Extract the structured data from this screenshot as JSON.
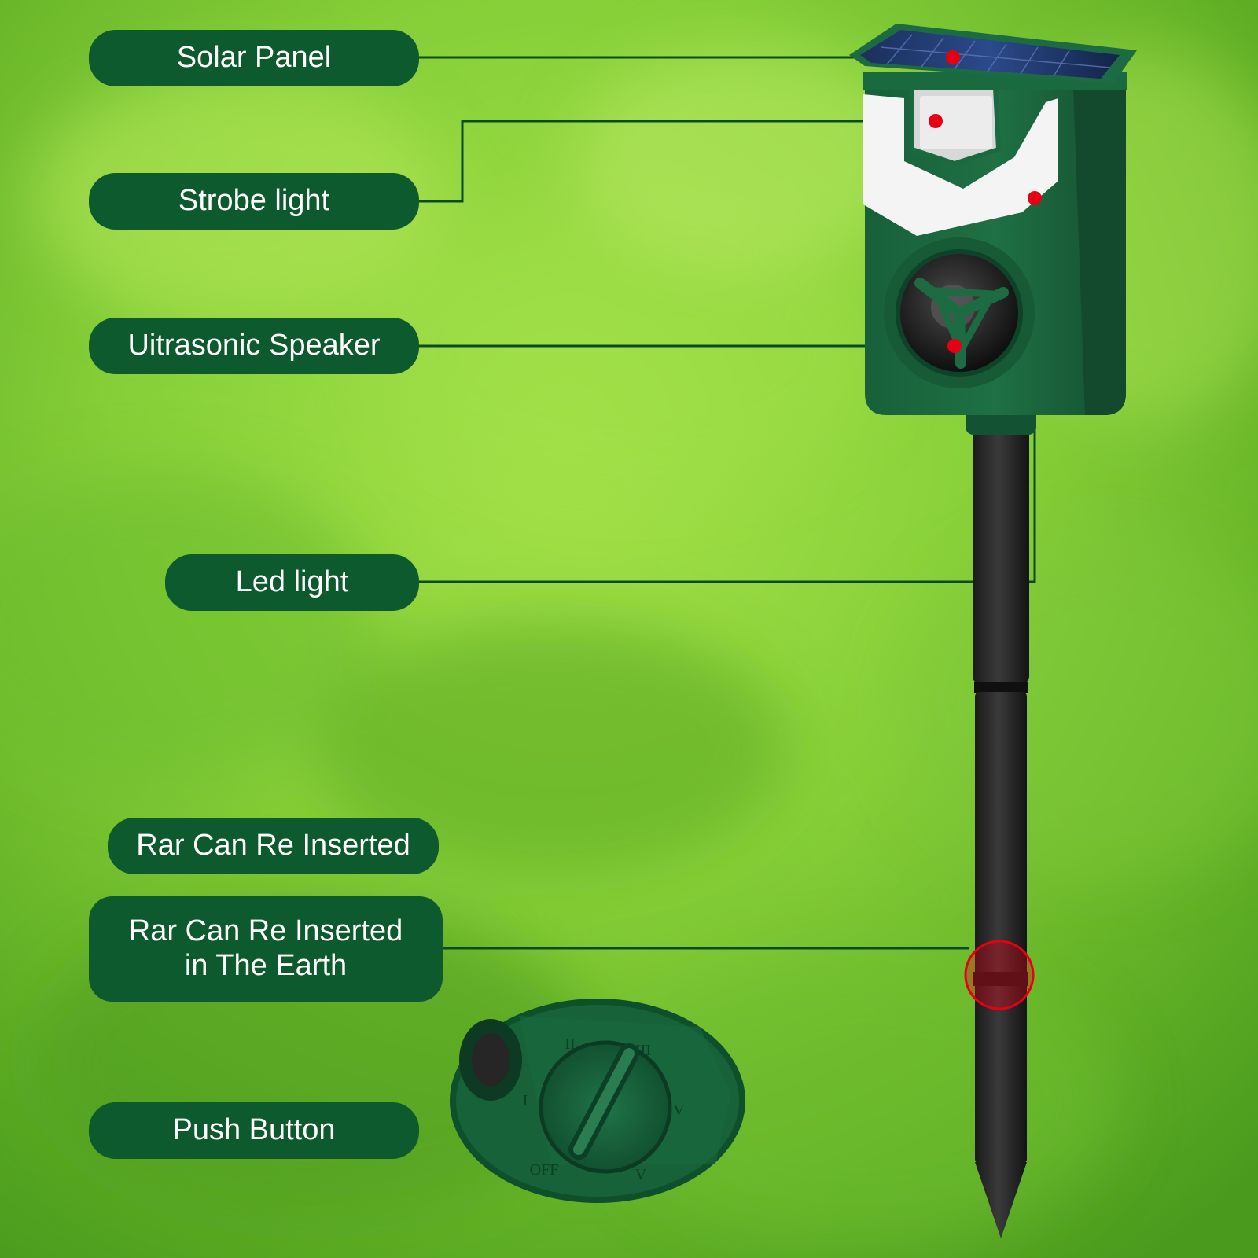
{
  "colors": {
    "label_background": "#0d5a2e",
    "leader_line": "#0b4a26",
    "marker_dot": "#e60012",
    "device_body": "#1e6b3e",
    "stake": "#262626",
    "grass_light": "#8fd93c",
    "grass_dark": "#3f8f1c"
  },
  "callouts": [
    {
      "id": "solar-panel",
      "label": "Solar Panel"
    },
    {
      "id": "strobe-light",
      "label": "Strobe light"
    },
    {
      "id": "ultrasonic-speaker",
      "label": "Uitrasonic Speaker"
    },
    {
      "id": "led-light",
      "label": "Led light"
    },
    {
      "id": "rar-can-re-inserted",
      "label": "Rar Can Re Inserted"
    },
    {
      "id": "rar-can-re-inserted-earth",
      "line1": "Rar Can Re Inserted",
      "line2": "in The Earth"
    },
    {
      "id": "push-button",
      "label": "Push Button"
    }
  ],
  "dial": {
    "marks": [
      "I",
      "II",
      "III",
      "IV",
      "V",
      "OFF"
    ]
  }
}
